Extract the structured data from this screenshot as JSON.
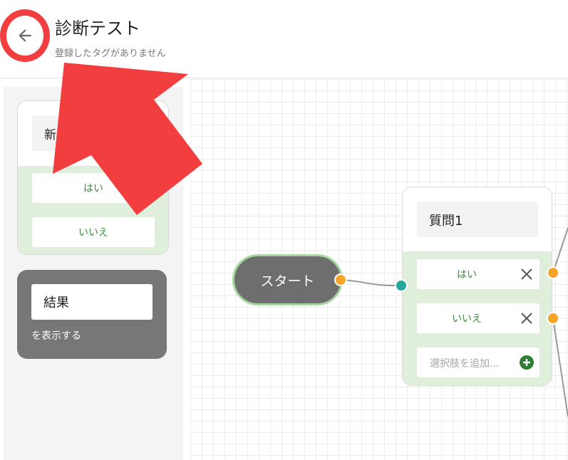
{
  "header": {
    "title": "診断テスト",
    "subtitle": "登録したタグがありません"
  },
  "sidebar": {
    "question_template": {
      "title": "新",
      "choices": [
        "はい",
        "いいえ"
      ]
    },
    "result_template": {
      "title": "結果",
      "subtitle": "を表示する"
    }
  },
  "canvas": {
    "start_label": "スタート",
    "question": {
      "title": "質問1",
      "choices": [
        "はい",
        "いいえ"
      ],
      "add_placeholder": "選択肢を追加..."
    }
  },
  "colors": {
    "annotation_red": "#f33e40",
    "port_orange": "#f5a62a",
    "port_teal": "#26a69a",
    "choice_green": "#3c8a3c",
    "add_green": "#2e7d32",
    "node_grey": "#6e6e6e"
  },
  "icons": {
    "back": "arrow-left-icon",
    "remove": "close-icon",
    "add": "plus-circle-icon",
    "annotation": "red-arrow-icon"
  }
}
